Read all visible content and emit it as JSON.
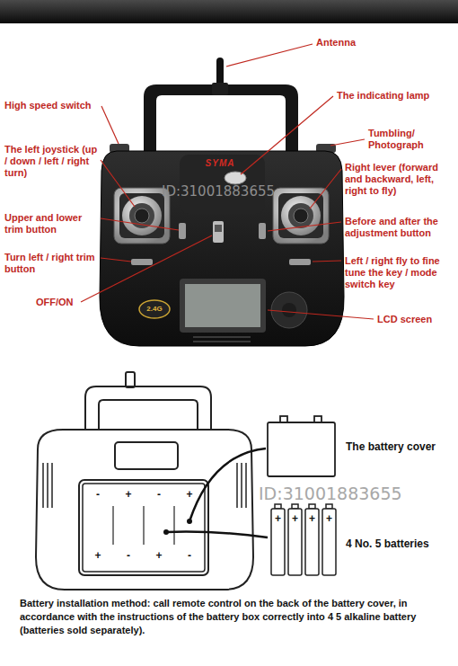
{
  "diagram": {
    "caption": "Battery installation method: call remote control on the back of the battery cover, in accordance with the instructions of the battery box correctly into 4 5 alkaline battery (batteries sold separately).",
    "labels": [
      "Antenna",
      "High speed switch",
      "The indicating lamp",
      "SYMA",
      "The left joystick (up / down / left / right turn)",
      "Tumbling/ Photograph",
      "Right lever (forward and backward, left, right to fly)",
      "ID:31001883655",
      "Upper and lower trim button",
      "Before and after the adjustment button",
      "Turn left / right trim button",
      "Left / right fly to fine tune the key / mode switch key",
      "OFF/ON",
      "2.4G",
      "LCD screen",
      "The battery cover",
      "-",
      "+",
      "-",
      "+",
      "+",
      "-",
      "+",
      "-",
      "ID:31001883655",
      "+",
      "+",
      "+",
      "+",
      "4 No. 5 batteries"
    ]
  }
}
